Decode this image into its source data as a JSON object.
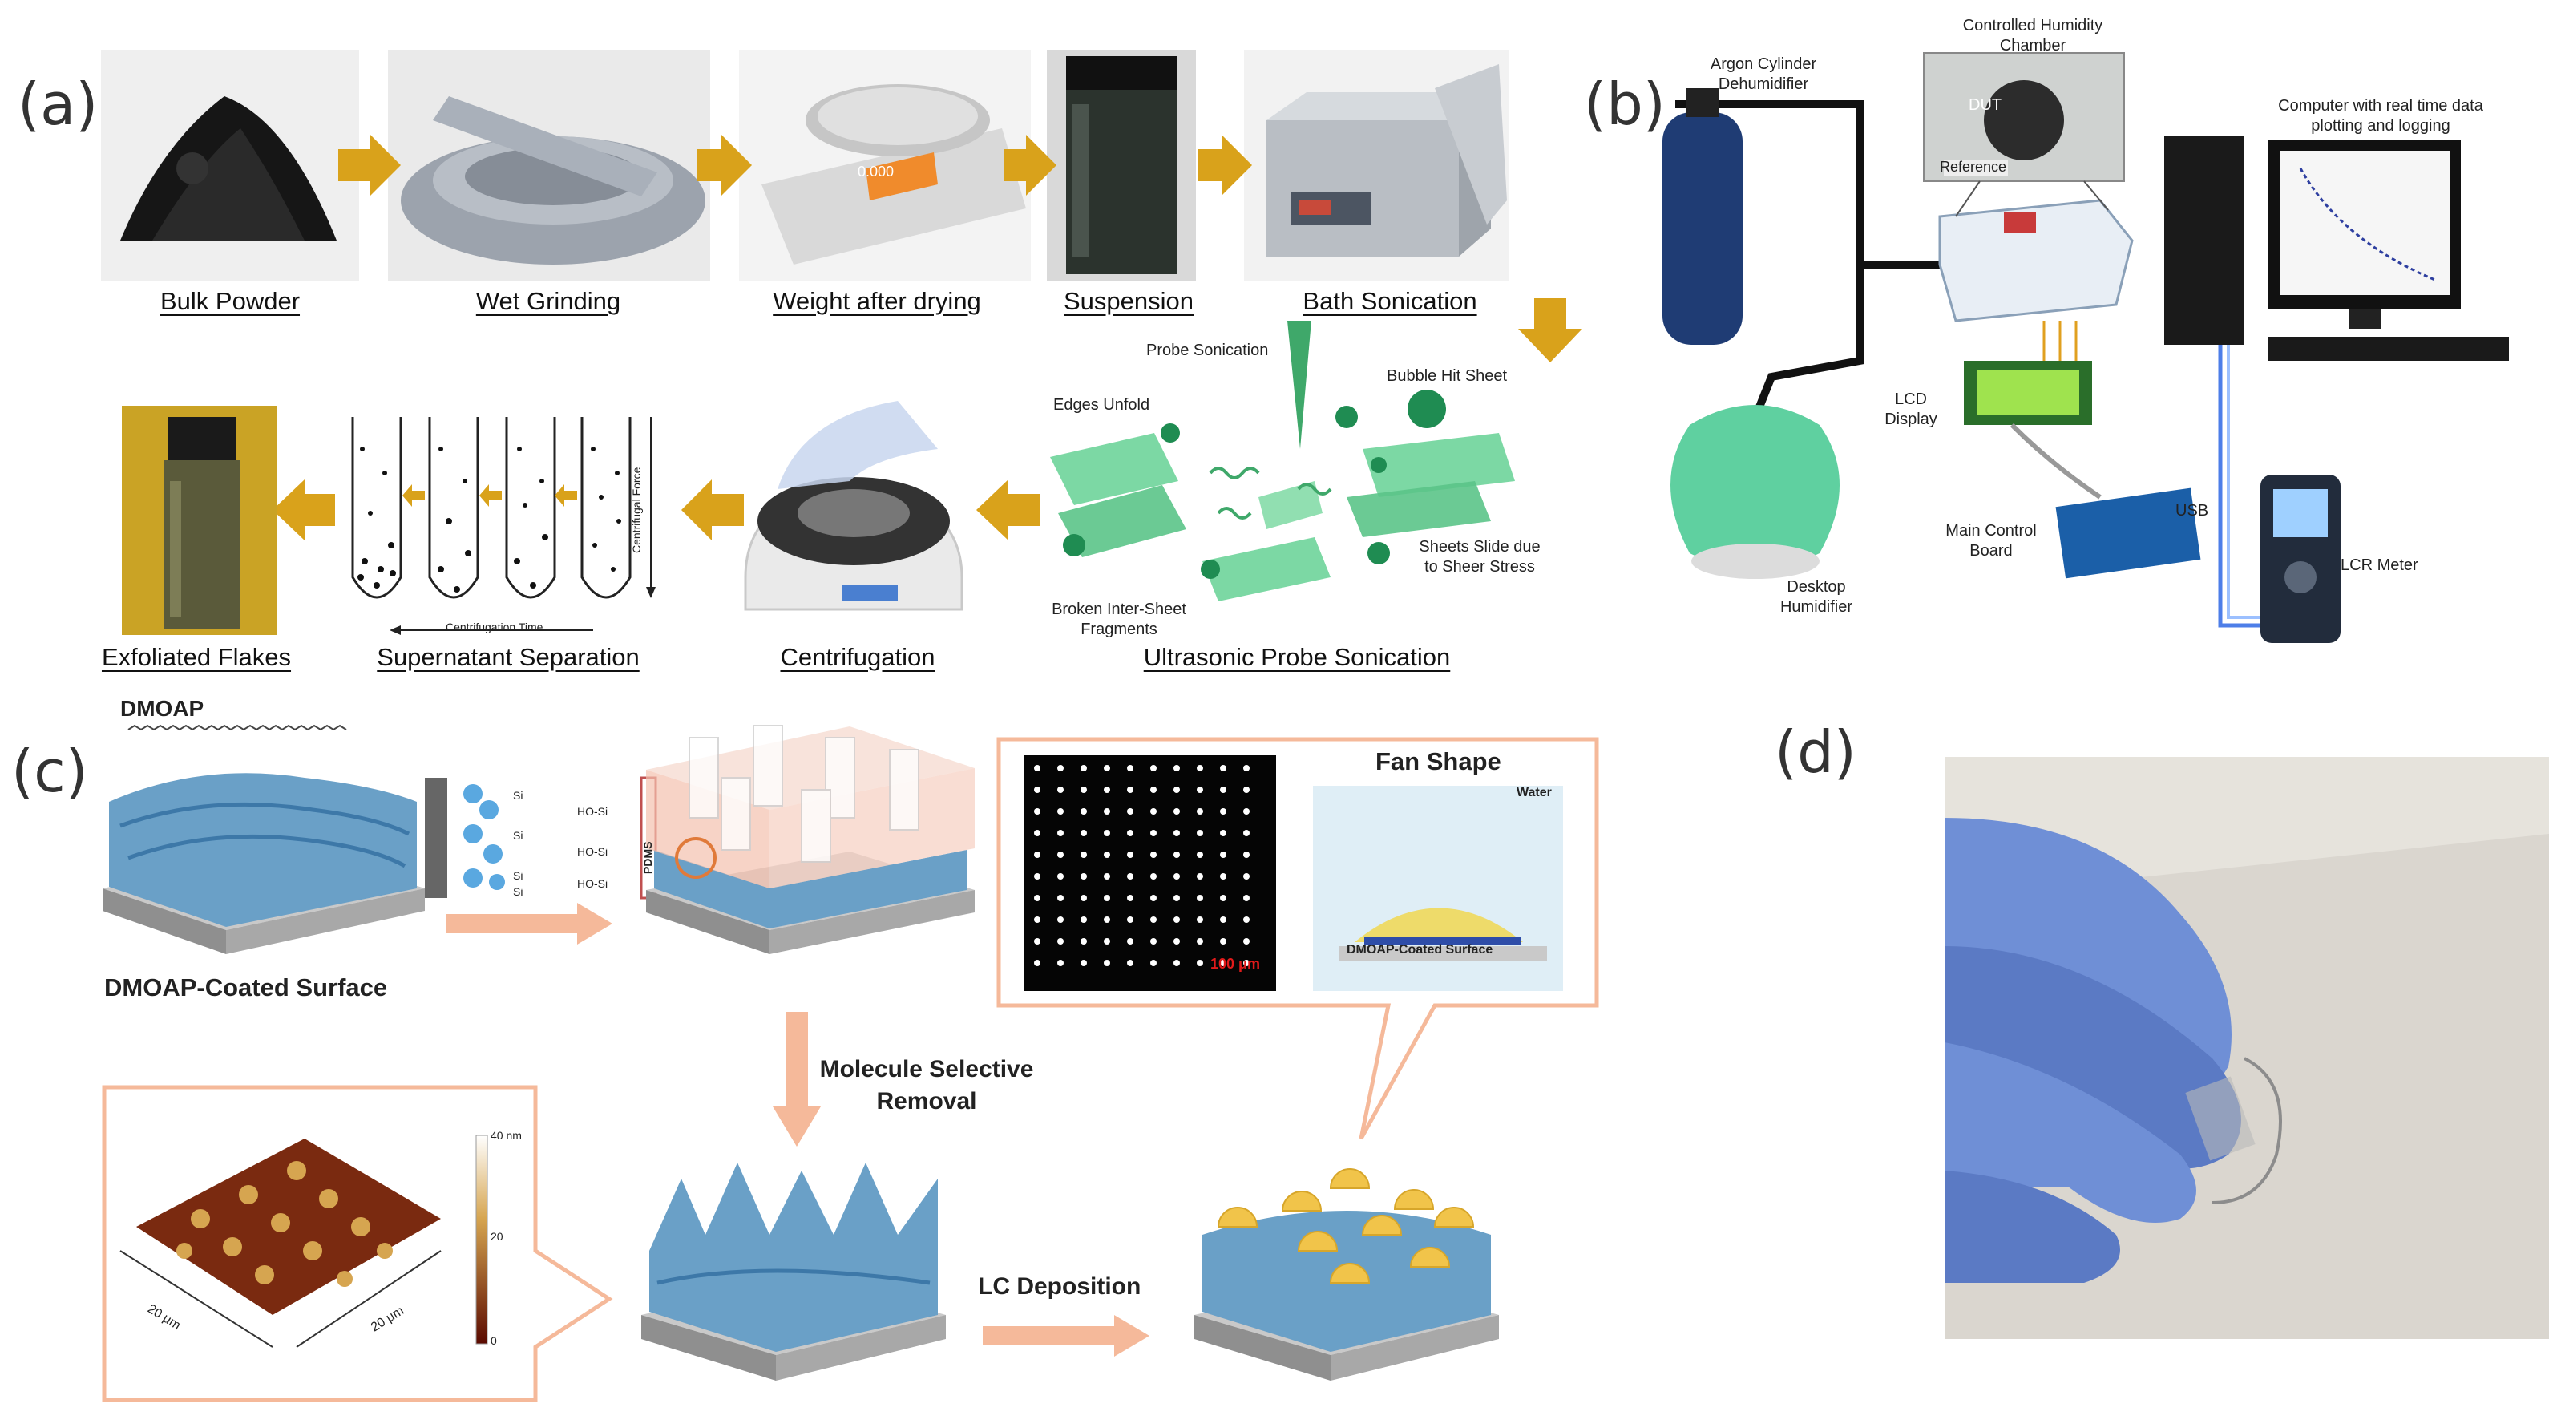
{
  "panel_a": {
    "label": "(a)",
    "steps_top": [
      "Bulk Powder",
      "Wet Grinding",
      "Weight after drying",
      "Suspension",
      "Bath Sonication"
    ],
    "steps_bottom": [
      "Exfoliated Flakes",
      "Supernatant Separation",
      "Centrifugation",
      "Ultrasonic Probe Sonication"
    ],
    "scale_display": "0.000",
    "probe": {
      "probe_sonication": "Probe Sonication",
      "bubble_hit_sheet": "Bubble Hit Sheet",
      "edges_unfold": "Edges Unfold",
      "sheets_slide": "Sheets Slide due\nto Sheer Stress",
      "broken": "Broken Inter-Sheet\nFragments"
    },
    "centrifuge": {
      "time_axis": "Centrifugation Time",
      "force_axis": "Centrifugal Force"
    }
  },
  "panel_b": {
    "label": "(b)",
    "argon": "Argon Cylinder\nDehumidifier",
    "chamber": "Controlled Humidity\nChamber",
    "dut": "DUT",
    "reference": "Reference",
    "computer": "Computer with real time data\nplotting and logging",
    "lcd": "LCD\nDisplay",
    "main_board": "Main Control\nBoard",
    "usb": "USB",
    "lcr": "LCR Meter",
    "humidifier": "Desktop\nHumidifier"
  },
  "panel_c": {
    "label": "(c)",
    "dmoap": "DMOAP",
    "dmoap_surface": "DMOAP-Coated Surface",
    "pdms": "PDMS",
    "si_labels": [
      "Si",
      "HO-Si",
      "Si",
      "HO-Si",
      "Si",
      "HO-Si",
      "Si"
    ],
    "fan_shape": "Fan Shape",
    "water": "Water",
    "inset_surface": "DMOAP-Coated Surface",
    "scale_bar": "100 μm",
    "selective_removal": "Molecule Selective\nRemoval",
    "lc_deposition": "LC Deposition",
    "afm_x": "20 μm",
    "afm_y": "20 μm",
    "afm_ticks": [
      "40 nm",
      "20",
      "0"
    ]
  },
  "panel_d": {
    "label": "(d)"
  },
  "colors": {
    "arrow_gold": "#d9a21b",
    "surface_blue": "#6aa0c7",
    "salmon": "#f5b99a",
    "lc_yellow": "#f1c44a",
    "glove": "#6f8fd6"
  }
}
